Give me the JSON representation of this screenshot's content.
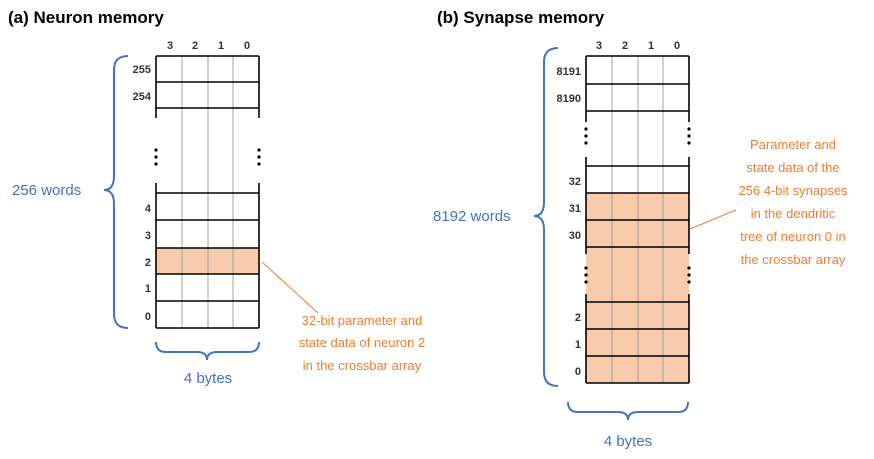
{
  "colors": {
    "blue": "#4472C4",
    "orange": "#ED7D31",
    "highlight_fill": "#F8CBAD",
    "cell_border": "#000000",
    "divider": "#A0A0A0"
  },
  "neuron_memory": {
    "title": "(a) Neuron memory",
    "byte_columns": [
      "3",
      "2",
      "1",
      "0"
    ],
    "rows": [
      {
        "label": "255",
        "highlight": false
      },
      {
        "label": "254",
        "highlight": false
      },
      {
        "label": "4",
        "highlight": false
      },
      {
        "label": "3",
        "highlight": false
      },
      {
        "label": "2",
        "highlight": true
      },
      {
        "label": "1",
        "highlight": false
      },
      {
        "label": "0",
        "highlight": false
      }
    ],
    "word_count_label": "256 words",
    "byte_count_label": "4 bytes",
    "annotation": [
      "32-bit parameter and",
      "state data of neuron 2",
      "in the crossbar array"
    ]
  },
  "synapse_memory": {
    "title": "(b) Synapse memory",
    "byte_columns": [
      "3",
      "2",
      "1",
      "0"
    ],
    "rows": [
      {
        "label": "8191",
        "highlight": false
      },
      {
        "label": "8190",
        "highlight": false
      },
      {
        "label": "32",
        "highlight": false
      },
      {
        "label": "31",
        "highlight": true
      },
      {
        "label": "30",
        "highlight": true
      },
      {
        "label": "2",
        "highlight": true
      },
      {
        "label": "1",
        "highlight": true
      },
      {
        "label": "0",
        "highlight": true
      }
    ],
    "word_count_label": "8192 words",
    "byte_count_label": "4 bytes",
    "annotation": [
      "Parameter and",
      "state data of the",
      "256 4-bit synapses",
      "in the dendritic",
      "tree of neuron 0 in",
      "the crossbar array"
    ]
  }
}
